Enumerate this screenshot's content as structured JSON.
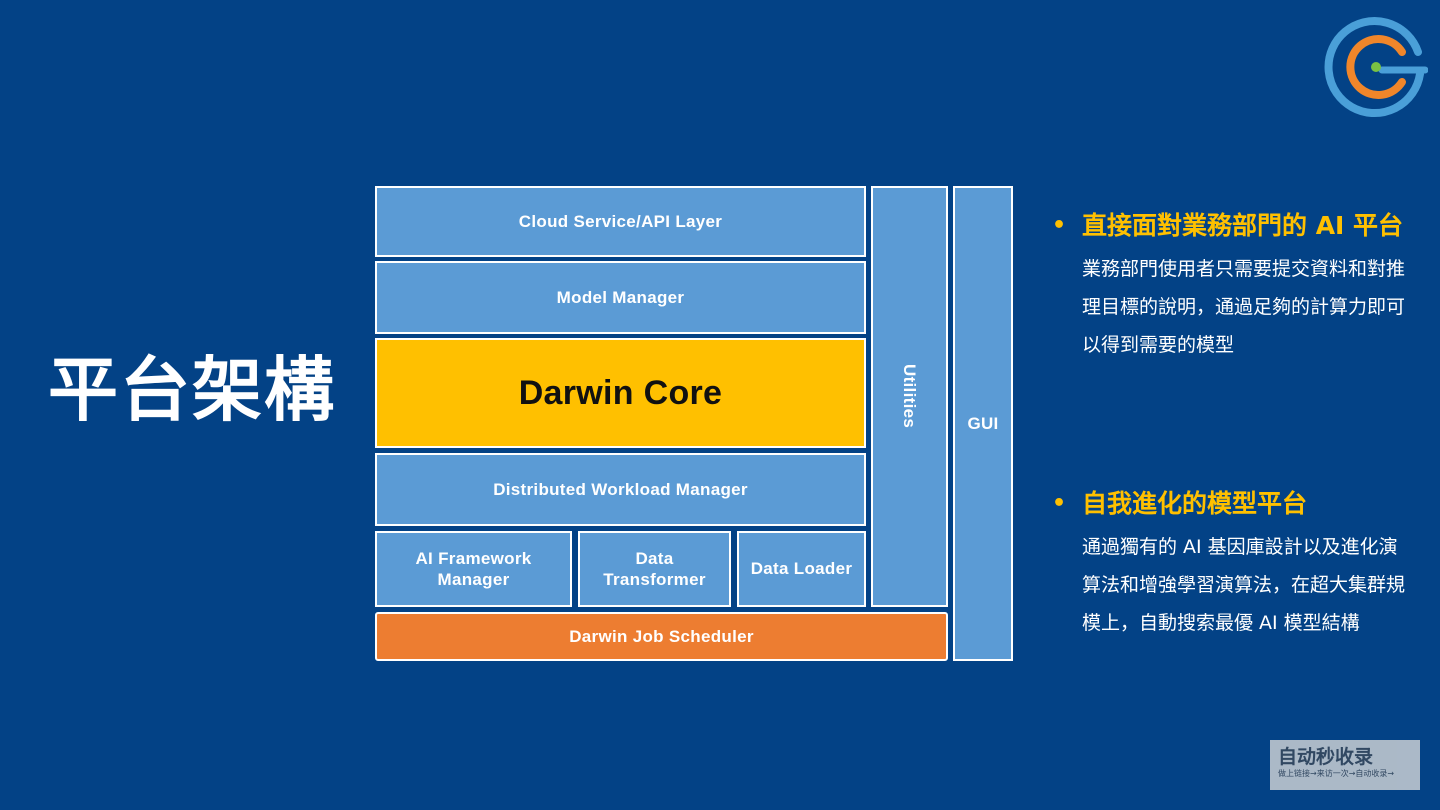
{
  "title": "平台架構",
  "diagram": {
    "cloud_service": "Cloud Service/API Layer",
    "model_manager": "Model Manager",
    "darwin_core": "Darwin Core",
    "distributed_workload_manager": "Distributed Workload Manager",
    "ai_framework_manager": "AI Framework Manager",
    "data_transformer": "Data Transformer",
    "data_loader": "Data Loader",
    "darwin_job_scheduler": "Darwin Job Scheduler",
    "utilities": "Utilities",
    "gui": "GUI"
  },
  "bullets": [
    {
      "heading": "直接面對業務部門的 AI 平台",
      "body": "業務部門使用者只需要提交資料和對推理目標的說明，通過足夠的計算力即可以得到需要的模型"
    },
    {
      "heading": "自我進化的模型平台",
      "body": "通過獨有的 AI 基因庫設計以及進化演算法和增強學習演算法，在超大集群規模上，自動搜索最優 AI 模型結構"
    }
  ],
  "bullet_symbol": "•",
  "watermark": {
    "main": "自动秒收录",
    "sub": "做上链接→来访一次→自动收录→"
  },
  "colors": {
    "background": "#034286",
    "box_blue": "#5b9bd5",
    "core_yellow": "#ffc000",
    "scheduler_orange": "#ed7d31",
    "heading_yellow": "#ffc000",
    "logo_blue": "#4a9fd8",
    "logo_orange": "#f0862a",
    "logo_green": "#7ac143"
  }
}
